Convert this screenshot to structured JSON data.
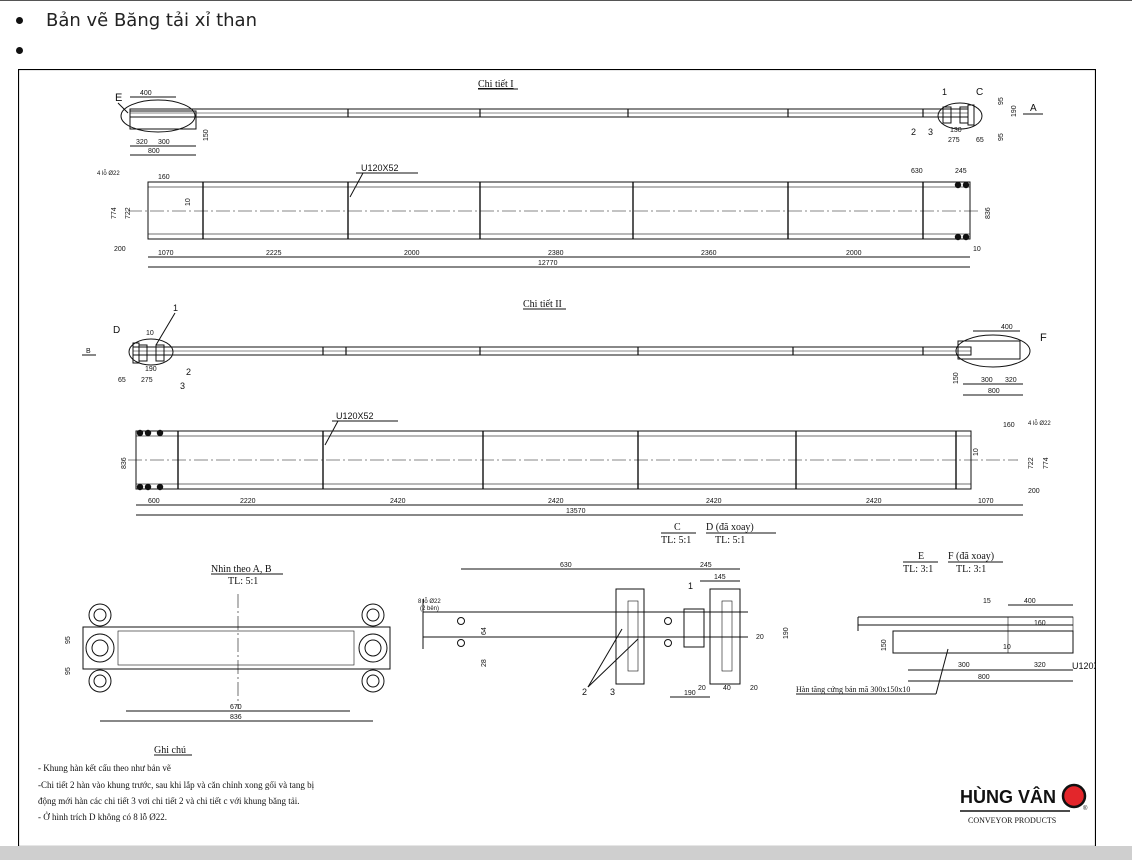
{
  "list": {
    "item1": "Bản vẽ Băng tải xỉ than",
    "item2": ""
  },
  "drawing": {
    "chi_tiet_1": "Chi tiết I",
    "chi_tiet_2": "Chi tiết II",
    "profile": "U120X52",
    "hole_label": "4 lỗ Ø22",
    "hole_label_8": "8 lỗ Ø22",
    "hole_both": "(2 bên)",
    "label_E": "E",
    "label_C": "C",
    "label_A": "A",
    "label_B": "B",
    "label_D": "D",
    "label_F": "F",
    "part1": "1",
    "part2": "2",
    "part3": "3",
    "dims_top": [
      "400",
      "320",
      "300",
      "800",
      "150",
      "95",
      "95",
      "65",
      "275",
      "130",
      "190"
    ],
    "dims_plan1": [
      "160",
      "10",
      "774",
      "722",
      "200",
      "1070",
      "2225",
      "2000",
      "2380",
      "2360",
      "2000",
      "12770",
      "630",
      "245",
      "836",
      "10"
    ],
    "dims_side2": [
      "10",
      "190",
      "65",
      "275",
      "400",
      "300",
      "320",
      "800",
      "150"
    ],
    "dims_plan2": [
      "836",
      "600",
      "2220",
      "2420",
      "2420",
      "2420",
      "2420",
      "1070",
      "13570",
      "160",
      "10",
      "722",
      "774",
      "200"
    ],
    "view_ab_title": "Nhìn theo A, B",
    "view_ab_scale": "TL: 5:1",
    "view_ab_dims": [
      "95",
      "95",
      "670",
      "836"
    ],
    "view_c_title": "C",
    "view_c_scale": "TL: 5:1",
    "view_d_title": "D (đã xoay)",
    "view_d_scale": "TL: 5:1",
    "view_cd_dims": [
      "630",
      "245",
      "145",
      "64",
      "28",
      "20",
      "190",
      "20",
      "40",
      "20",
      "190"
    ],
    "view_e_title": "E",
    "view_e_scale": "TL: 3:1",
    "view_f_title": "F (đã xoay)",
    "view_f_scale": "TL: 3:1",
    "view_ef_dims": [
      "15",
      "400",
      "160",
      "150",
      "10",
      "300",
      "320",
      "800"
    ],
    "weld_note": "Hàn tăng cứng bản mã 300x150x10",
    "notes_title": "Ghi chú",
    "notes": [
      "- Khung hàn kết cấu theo như bản vẽ",
      "-Chi tiết 2 hàn vào khung trước, sau khi lắp và căn chỉnh xong gối và tang bị",
      "động mới hàn các chi tiết 3 vơi chi tiết 2 và chi tiết c với khung băng tải.",
      "- Ở hình trích D không có 8 lỗ Ø22."
    ],
    "logo_name": "HÙNG VÂN",
    "logo_sub": "CONVEYOR PRODUCTS",
    "logo_reg": "®"
  }
}
